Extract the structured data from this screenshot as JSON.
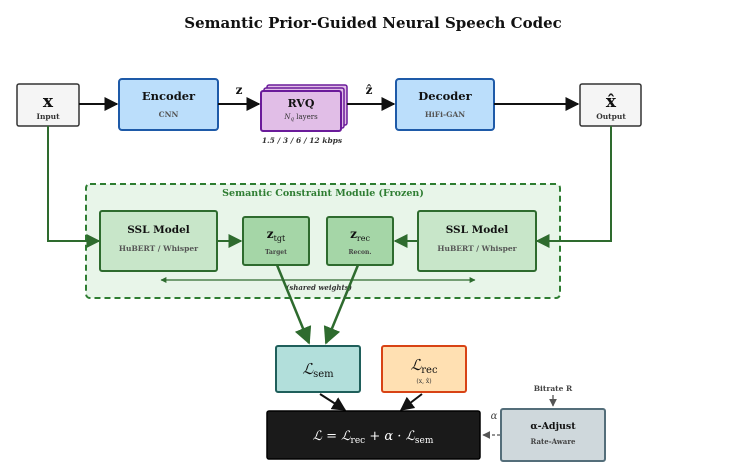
{
  "title": "Semantic Prior-Guided Neural Speech Codec",
  "nodes": {
    "input": {
      "symbol": "x",
      "label": "Input"
    },
    "encoder": {
      "title": "Encoder",
      "subtitle": "CNN"
    },
    "rvq": {
      "title": "RVQ",
      "subtitle_var": "N",
      "subtitle_sub": "q",
      "subtitle_rest": " layers",
      "bitrates": "1.5 / 3 / 6 / 12 kbps"
    },
    "decoder": {
      "title": "Decoder",
      "subtitle": "HiFi-GAN"
    },
    "output": {
      "symbol": "x̂",
      "label": "Output"
    }
  },
  "edges": {
    "z_label": "z",
    "zhat_label": "ẑ"
  },
  "semantic_module": {
    "title": "Semantic Constraint Module (Frozen)",
    "ssl_left": {
      "title": "SSL Model",
      "subtitle": "HuBERT / Whisper"
    },
    "ssl_right": {
      "title": "SSL Model",
      "subtitle": "HuBERT / Whisper"
    },
    "z_tgt": {
      "base": "z",
      "sub": "tgt",
      "label": "Target"
    },
    "z_rec": {
      "base": "z",
      "sub": "rec",
      "label": "Recon."
    },
    "shared_note": "(shared weights)"
  },
  "losses": {
    "sem": {
      "script": "ℒ",
      "sub": "sem"
    },
    "rec": {
      "script": "ℒ",
      "sub": "rec",
      "note": "(x, x̂)"
    },
    "total": {
      "lhs": "ℒ = ℒ",
      "rec_sub": "rec",
      "mid": " + α · ℒ",
      "sem_sub": "sem"
    }
  },
  "alpha_adjust": {
    "title": "α-Adjust",
    "subtitle": "Rate-Aware",
    "bitrate_label": "Bitrate R",
    "alpha_label": "α"
  },
  "colors": {
    "encoder_fill": "#bbdefb",
    "encoder_stroke": "#1e5aa8",
    "rvq_fill": "#e1bee7",
    "rvq_stroke": "#6a1b9a",
    "module_fill": "#e8f5e9",
    "module_stroke": "#2e7d32",
    "ssl_fill": "#c8e6c9",
    "z_fill": "#a5d6a7",
    "sem_fill": "#b2dfdb",
    "sem_stroke": "#1f5f5b",
    "rec_fill": "#ffe0b2",
    "rec_stroke": "#d84315",
    "total_fill": "#1a1a1a",
    "adjust_fill": "#cfd8dc",
    "adjust_stroke": "#546e7a",
    "green_arrow": "#2e6b2e"
  }
}
